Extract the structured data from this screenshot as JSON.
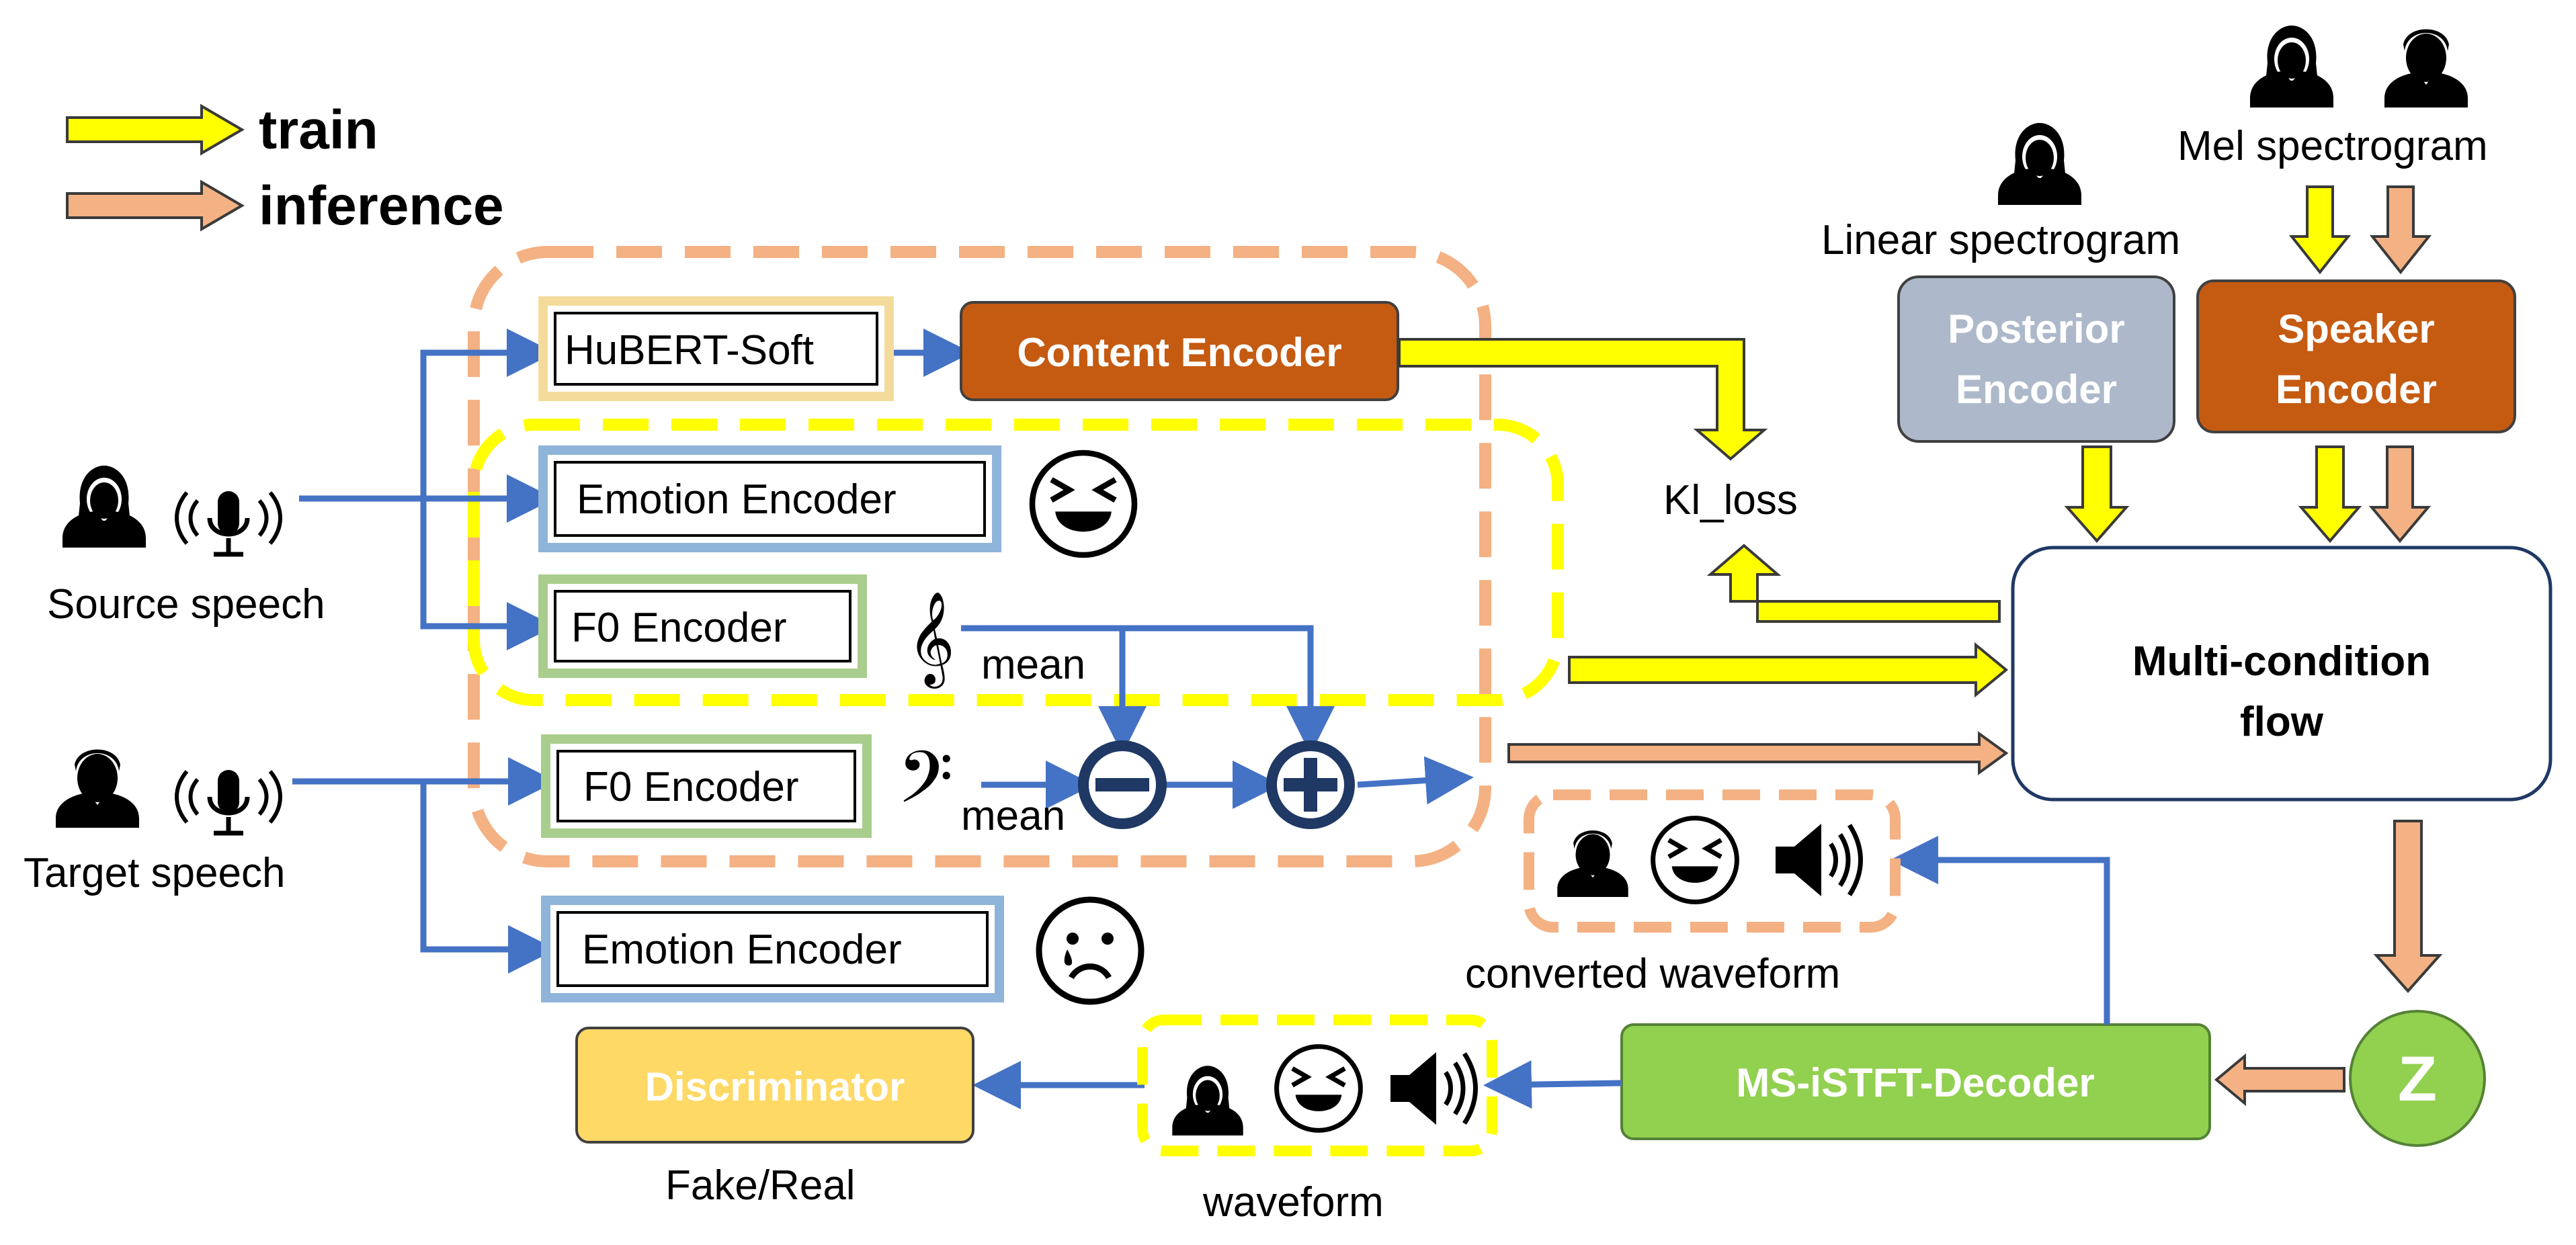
{
  "legend": {
    "train": "train",
    "inference": "inference",
    "train_color": "#ffff00",
    "inference_color": "#f4b183"
  },
  "modules": {
    "hubert": "HuBERT-Soft",
    "content_encoder": "Content Encoder",
    "emotion_encoder_src": "Emotion Encoder",
    "f0_encoder_src": "F0 Encoder",
    "f0_encoder_tgt": "F0 Encoder",
    "emotion_encoder_tgt": "Emotion Encoder",
    "posterior_encoder_l1": "Posterior",
    "posterior_encoder_l2": "Encoder",
    "speaker_encoder_l1": "Speaker",
    "speaker_encoder_l2": "Encoder",
    "flow_l1": "Multi-condition",
    "flow_l2": "flow",
    "decoder": "MS-iSTFT-Decoder",
    "discriminator": "Discriminator",
    "z": "Z"
  },
  "labels": {
    "source_speech": "Source speech",
    "target_speech": "Target speech",
    "mean_src": "mean",
    "mean_tgt": "mean",
    "kl_loss": "Kl_loss",
    "linear_spectrogram": "Linear spectrogram",
    "mel_spectrogram": "Mel spectrogram",
    "converted_waveform": "converted  waveform",
    "waveform": "waveform",
    "fake_real": "Fake/Real"
  },
  "colors": {
    "blue_arrow": "#4472c4",
    "hubert_border": "#f3dc9b",
    "emotion_border": "#8fb4d9",
    "f0_border": "#a9cd8c",
    "content_fill": "#c55a11",
    "posterior_fill": "#adb9ca",
    "speaker_fill": "#c55a11",
    "decoder_fill": "#92d050",
    "discriminator_fill": "#ffd966",
    "z_fill": "#92d050"
  },
  "icons": {
    "source_person": "woman-icon",
    "target_person": "man-icon",
    "microphone": "microphone-icon",
    "laughing_face": "laughing-face-icon",
    "crying_face": "crying-face-icon",
    "treble_clef": "treble-clef-icon",
    "bass_clef": "bass-clef-icon",
    "speaker": "speaker-icon",
    "minus": "minus-circle-icon",
    "plus": "plus-circle-icon"
  }
}
